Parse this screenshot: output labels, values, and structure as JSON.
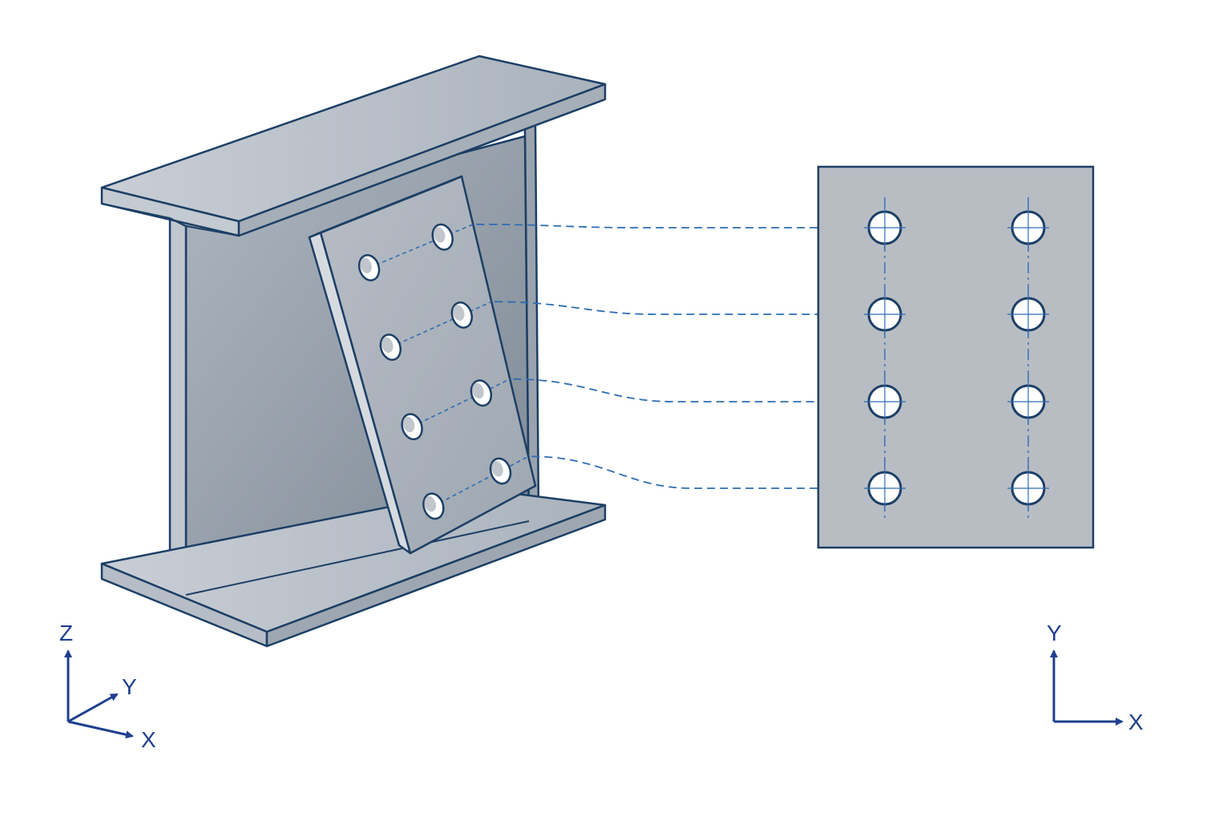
{
  "colors": {
    "outline": "#1c3f66",
    "steel_light": "#c3c9d1",
    "steel_mid": "#a8b0ba",
    "steel_dark": "#8995a2",
    "plate": "#b3b9c1",
    "projection_line": "#2f6db3",
    "axis": "#1f3f8f",
    "hole_fill": "#ffffff"
  },
  "bolt_pattern": {
    "rows": 4,
    "columns": 2
  },
  "axes_3d": {
    "z_label": "Z",
    "y_label": "Y",
    "x_label": "X"
  },
  "axes_2d": {
    "y_label": "Y",
    "x_label": "X"
  }
}
